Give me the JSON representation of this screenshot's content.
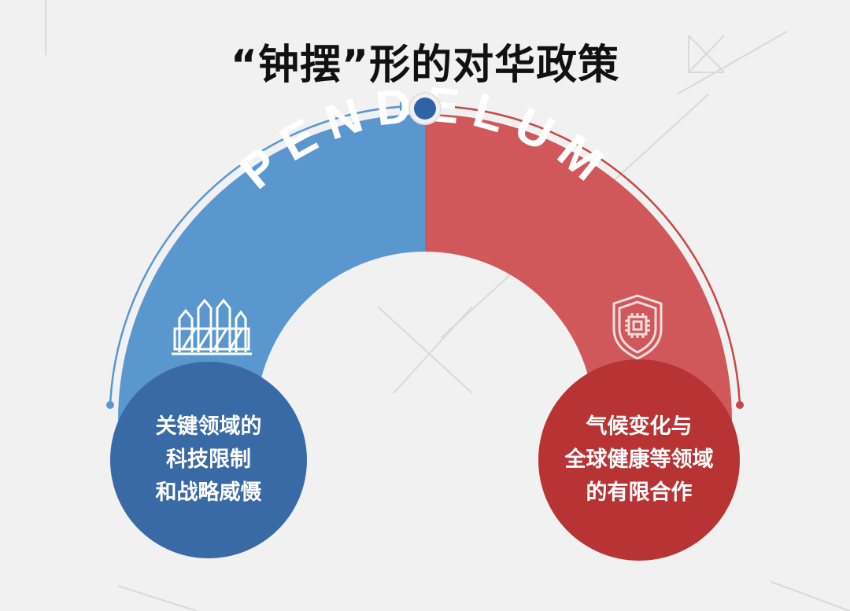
{
  "title": "“钟摆”形的对华政策",
  "arc_word": {
    "left_part": "PEND",
    "right_part": "ELUM"
  },
  "left_panel": {
    "lines": [
      "关键领域的",
      "科技限制",
      "和战略威慑"
    ],
    "icon": "fence-barrier-icon",
    "color": "#3a6aa6"
  },
  "right_panel": {
    "lines": [
      "气候变化与",
      "全球健康等领域",
      "的有限合作"
    ],
    "icon": "shield-chip-icon",
    "color": "#b83434"
  },
  "colors": {
    "blue_arc": "#5a97cf",
    "red_arc": "#d0575a",
    "pivot": "#2e63a8"
  }
}
